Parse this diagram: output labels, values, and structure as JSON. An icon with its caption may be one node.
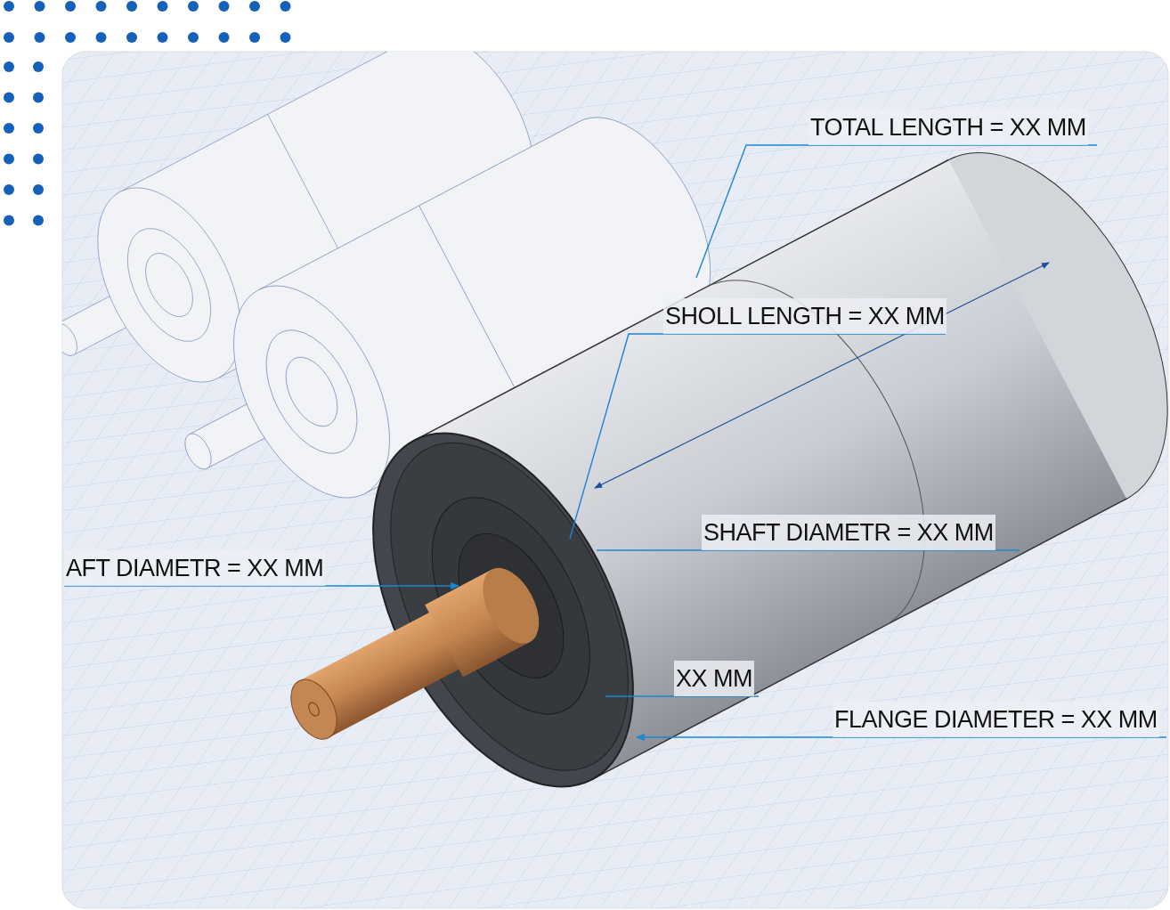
{
  "diagram": {
    "nodes": [
      {
        "text": [
          "TOTAL LENGTH = XX MM"
        ]
      },
      {
        "text": [
          "SHOLL LENGTH = XX MM"
        ]
      },
      {
        "text": [
          "SHAFT DIAMETR = XX MM"
        ]
      },
      {
        "text": [
          "AFT DIAMETR = XX MM"
        ]
      },
      {
        "text": [
          "XX MM"
        ]
      },
      {
        "text": [
          "FLANGE DIAMETER = XX MM"
        ]
      }
    ],
    "edges": [
      {
        "from": 0,
        "to": null,
        "arrow": "none"
      },
      {
        "from": 1,
        "to": null,
        "arrow": "none"
      },
      {
        "from": 2,
        "to": null,
        "arrow": "none"
      },
      {
        "from": 3,
        "to": null,
        "arrow": "to"
      },
      {
        "from": 4,
        "to": null,
        "arrow": "none"
      },
      {
        "from": 5,
        "to": null,
        "arrow": "to"
      }
    ]
  }
}
